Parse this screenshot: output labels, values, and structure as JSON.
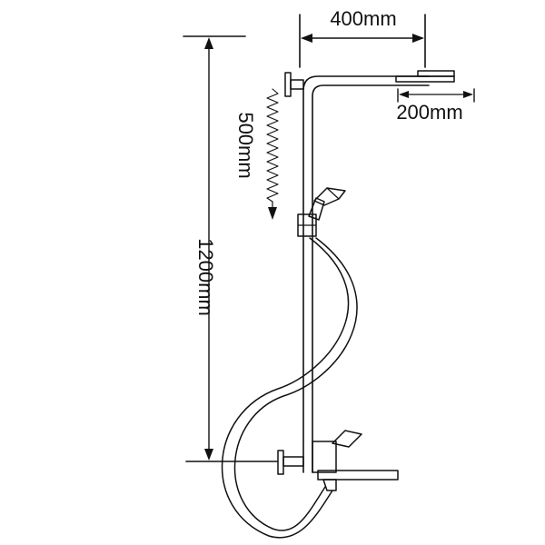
{
  "diagram": {
    "labels": {
      "rain_arm_width": "400mm",
      "rain_head_size": "200mm",
      "slide_travel": "500mm",
      "overall_height": "1200mm"
    },
    "colors": {
      "line": "#111111",
      "background": "#ffffff"
    }
  }
}
